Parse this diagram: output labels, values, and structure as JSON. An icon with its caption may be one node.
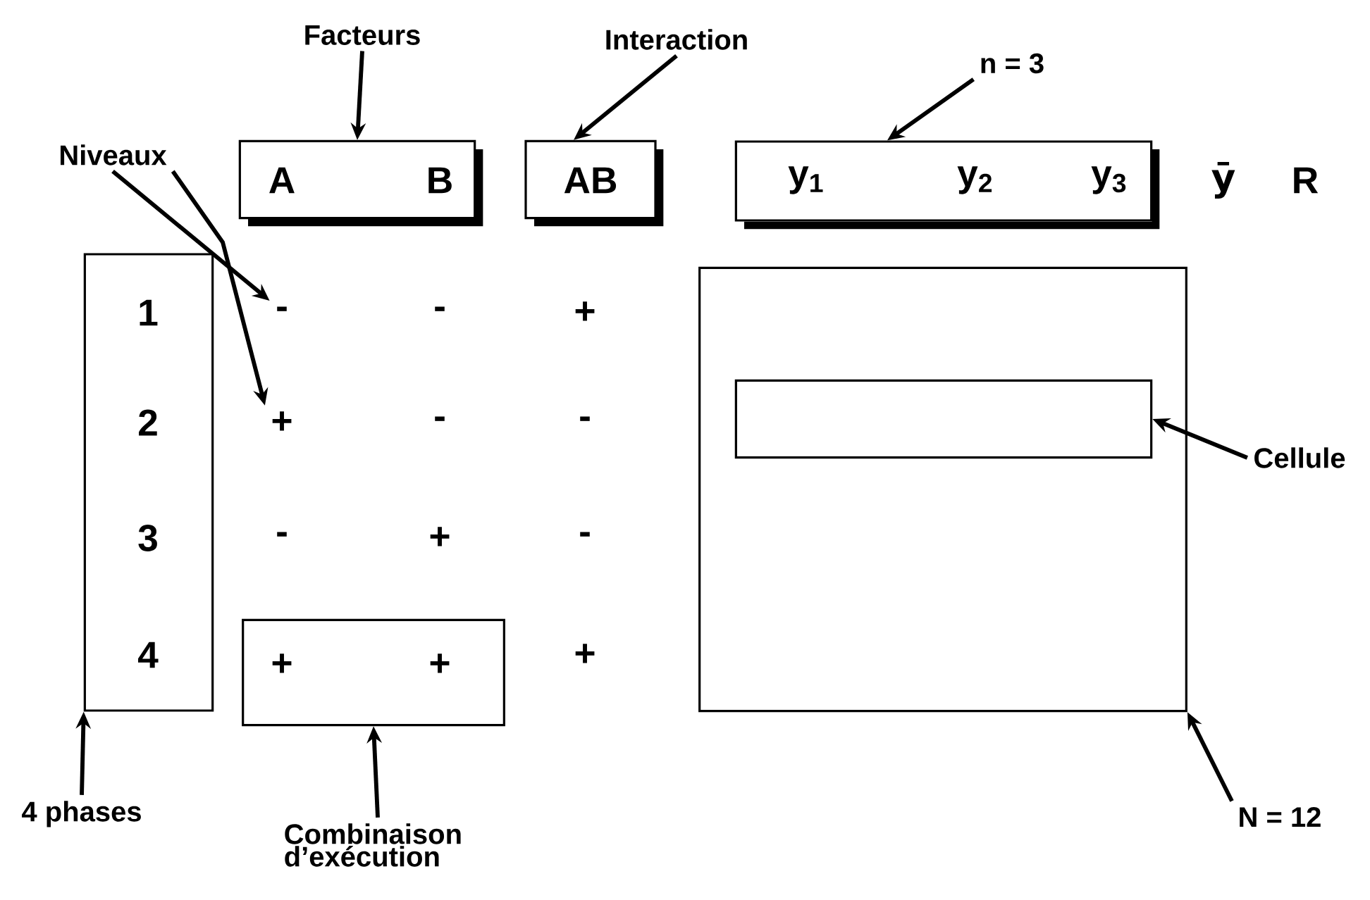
{
  "diagram": {
    "nodes": [
      {
        "text": [
          "Facteurs"
        ]
      },
      {
        "text": [
          "Interaction"
        ]
      },
      {
        "text": [
          "n = 3"
        ]
      },
      {
        "text": [
          "Niveaux"
        ]
      },
      {
        "text": [
          "Cellule"
        ]
      },
      {
        "text": [
          "4 phases"
        ]
      },
      {
        "text": [
          "Combinaison d’exécution"
        ]
      },
      {
        "text": [
          "N = 12"
        ]
      },
      {
        "text": [
          "A",
          "B"
        ]
      },
      {
        "text": [
          "AB"
        ]
      },
      {
        "text": [
          "y$_{1}$",
          "y$_{2}$",
          "y$_{3}$"
        ]
      },
      {
        "text": [
          "1",
          "2",
          "3",
          "4"
        ]
      },
      {
        "text": [],
        "shape": "box"
      },
      {
        "text": [],
        "shape": "box",
        "in": 12
      },
      {
        "text": [
          "+",
          "+"
        ]
      },
      {
        "text": [
          "-"
        ]
      },
      {
        "text": [
          "+"
        ]
      }
    ],
    "edges": [
      {
        "from": 0,
        "to": 8,
        "arrow": "to"
      },
      {
        "from": 1,
        "to": 9,
        "arrow": "to"
      },
      {
        "from": 2,
        "to": 10,
        "arrow": "to"
      },
      {
        "from": 3,
        "to": 15,
        "arrow": "to"
      },
      {
        "from": 3,
        "to": 16,
        "arrow": "to"
      },
      {
        "from": 4,
        "to": 13,
        "arrow": "to"
      },
      {
        "from": 5,
        "to": 11,
        "arrow": "to"
      },
      {
        "from": 6,
        "to": 14,
        "arrow": "to"
      },
      {
        "from": 7,
        "to": 12,
        "arrow": "to"
      }
    ],
    "labels": [
      "ȳ",
      "R",
      "-",
      "+",
      "-",
      "-",
      "-",
      "+",
      "-",
      "+"
    ]
  }
}
